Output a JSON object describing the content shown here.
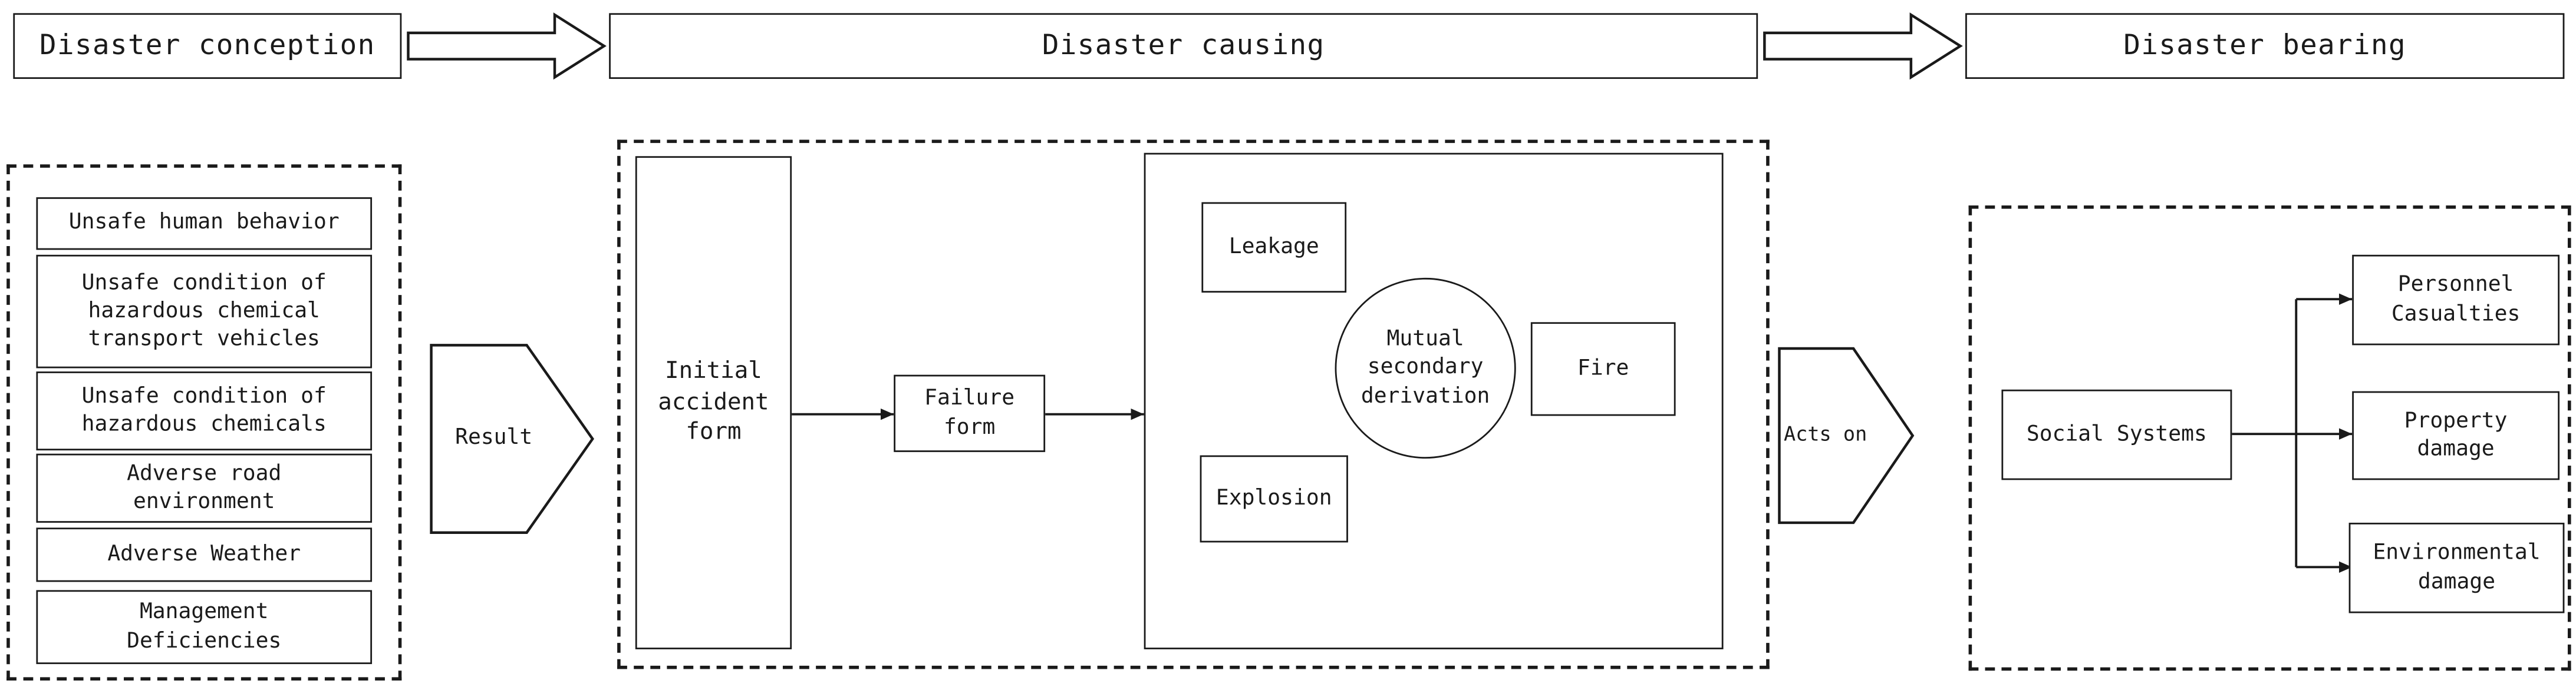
{
  "colors": {
    "line": "#1a1a1a",
    "background": "#ffffff"
  },
  "stages": {
    "conception": "Disaster conception",
    "causing": "Disaster causing",
    "bearing": "Disaster bearing"
  },
  "conception": {
    "causes": [
      "Unsafe human behavior",
      "Unsafe condition of hazardous chemical transport vehicles",
      "Unsafe condition of hazardous chemicals",
      "Adverse road environment",
      "Adverse Weather",
      "Management Deficiencies"
    ]
  },
  "flow": {
    "result": "Result",
    "acts_on": "Acts on"
  },
  "causing": {
    "initial_accident_form": "Initial accident form",
    "failure_form": "Failure form",
    "leakage": "Leakage",
    "mutual_secondary_derivation": "Mutual secondary derivation",
    "fire": "Fire",
    "explosion": "Explosion"
  },
  "bearing": {
    "social_systems": "Social Systems",
    "impacts": [
      "Personnel Casualties",
      "Property damage",
      "Environmental damage"
    ]
  }
}
